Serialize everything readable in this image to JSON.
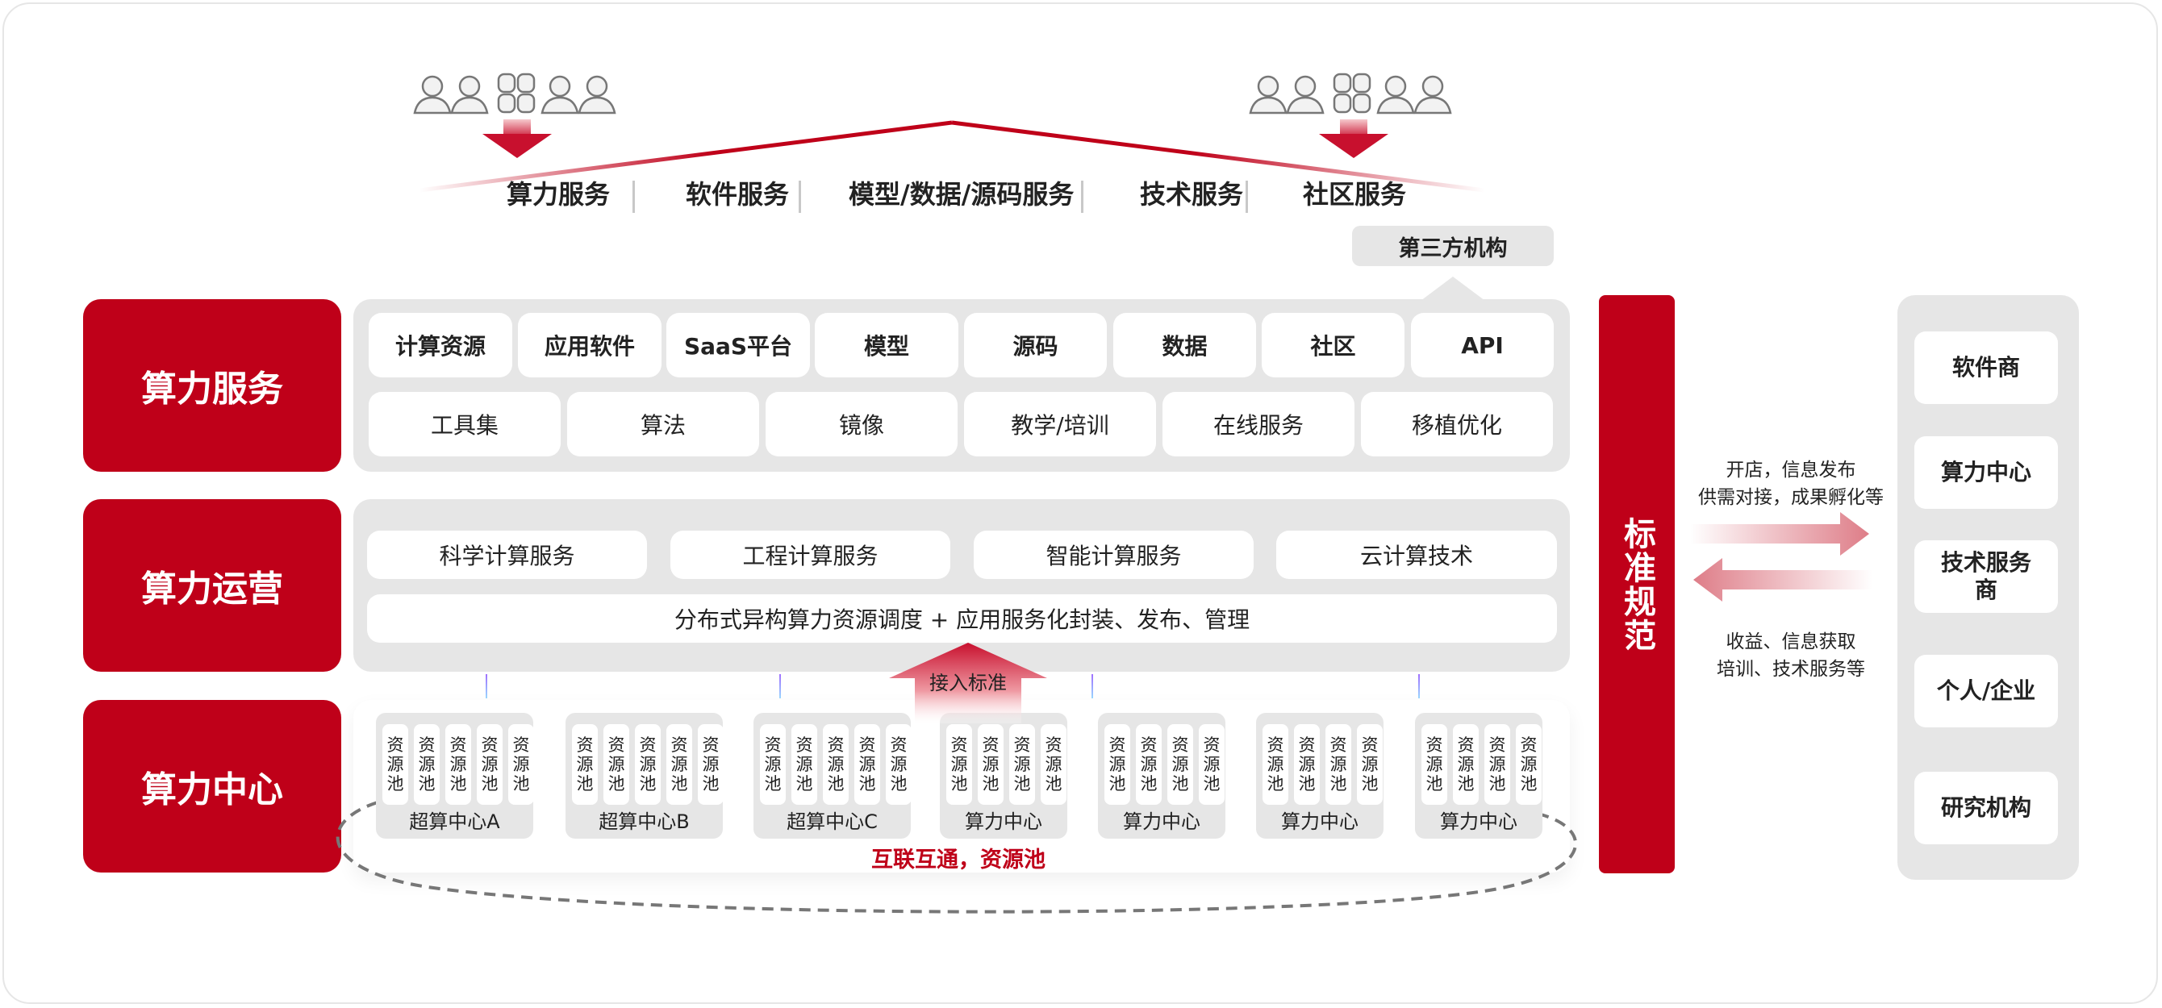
{
  "top_services": [
    {
      "label": "算力服务"
    },
    {
      "label": "软件服务"
    },
    {
      "label": "模型/数据/源码服务"
    },
    {
      "label": "技术服务"
    },
    {
      "label": "社区服务"
    }
  ],
  "third_party": {
    "label": "第三方机构"
  },
  "user_groups": {
    "icons": [
      "user-icon",
      "user-icon",
      "app-grid-icon",
      "user-icon",
      "user-icon"
    ]
  },
  "layers": {
    "service": {
      "title": "算力服务",
      "row1": [
        "计算资源",
        "应用软件",
        "SaaS平台",
        "模型",
        "源码",
        "数据",
        "社区",
        "API"
      ],
      "row2": [
        "工具集",
        "算法",
        "镜像",
        "教学/培训",
        "在线服务",
        "移植优化"
      ]
    },
    "operation": {
      "title": "算力运营",
      "row1": [
        "科学计算服务",
        "工程计算服务",
        "智能计算服务",
        "云计算技术"
      ],
      "row2": "分布式异构算力资源调度 + 应用服务化封装、发布、管理"
    },
    "center": {
      "title": "算力中心",
      "access_label": "接入标准",
      "pool_label": "资源池",
      "centers": [
        {
          "name": "超算中心A",
          "pools": 5
        },
        {
          "name": "超算中心B",
          "pools": 5
        },
        {
          "name": "超算中心C",
          "pools": 5
        },
        {
          "name": "算力中心",
          "pools": 4
        },
        {
          "name": "算力中心",
          "pools": 4
        },
        {
          "name": "算力中心",
          "pools": 4
        },
        {
          "name": "算力中心",
          "pools": 4
        }
      ],
      "interconnect_label": "互联互通，资源池"
    }
  },
  "standard": {
    "label": "标准规范"
  },
  "flows": {
    "out_line1": "开店，信息发布",
    "out_line2": "供需对接，成果孵化等",
    "in_line1": "收益、信息获取",
    "in_line2": "培训、技术服务等"
  },
  "participants": [
    "软件商",
    "算力中心",
    "技术服务商",
    "个人/企业",
    "研究机构"
  ],
  "colors": {
    "brand_red": "#bf0019",
    "panel_gray": "#e6e6e6",
    "arrow_pink": "#de7d88"
  }
}
